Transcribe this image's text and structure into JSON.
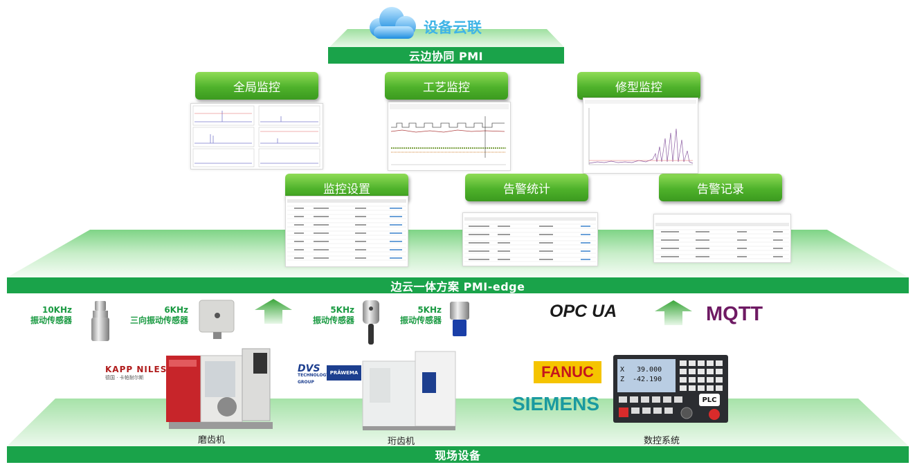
{
  "cloud": {
    "title": "设备云联",
    "bar_label": "云边协同 PMI"
  },
  "modules": {
    "global_monitor": "全局监控",
    "process_monitor": "工艺监控",
    "dress_monitor": "修型监控",
    "monitor_settings": "监控设置",
    "alarm_stats": "告警统计",
    "alarm_records": "告警记录"
  },
  "edge": {
    "bar_label": "边云一体方案 PMI-edge"
  },
  "sensors": [
    {
      "freq": "10KHz",
      "type": "振动传感器"
    },
    {
      "freq": "6KHz",
      "type": "三向振动传感器"
    },
    {
      "freq": "5KHz",
      "type": "振动传感器"
    },
    {
      "freq": "5KHz",
      "type": "振动传感器"
    }
  ],
  "protocols": {
    "opc": "OPC UA",
    "mqtt": "MQTT"
  },
  "brands": {
    "kapp": "KAPP NILES",
    "kapp_sub": "德国 · 卡帕耐尔斯",
    "dvs": "DVS",
    "dvs_sub1": "TECHNOLOGY",
    "dvs_sub2": "GROUP",
    "prawema": "PRÄWEMA",
    "fanuc": "FANUC",
    "siemens": "SIEMENS",
    "plc": "PLC"
  },
  "machines": {
    "grinder": "磨齿机",
    "honer": "珩齿机",
    "cnc": "数控系统"
  },
  "cnc_screen": {
    "x_val": "39.000",
    "z_val": "-42.190",
    "x_label": "X",
    "z_label": "Z"
  },
  "field": {
    "bar_label": "现场设备"
  },
  "colors": {
    "green": "#1aa34a",
    "mqtt": "#6e1a63",
    "fanuc_bg": "#f5c400",
    "siemens": "#1a9aa0"
  }
}
